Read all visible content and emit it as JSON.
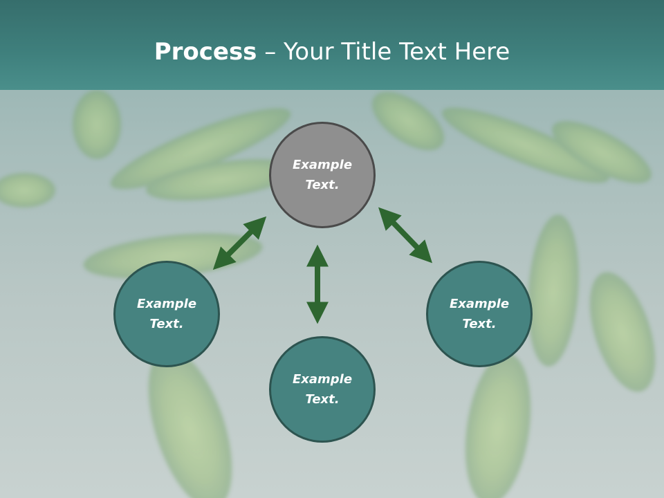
{
  "title": {
    "bold": "Process",
    "rest": " – Your Title Text Here"
  },
  "nodes": {
    "top": "Example Text.",
    "left": "Example Text.",
    "right": "Example Text.",
    "bottom": "Example Text."
  },
  "colors": {
    "title_band": "#3f807d",
    "node_fill": "#468380",
    "node_top_fill": "#8f8f8f",
    "arrow": "#2e6630"
  }
}
